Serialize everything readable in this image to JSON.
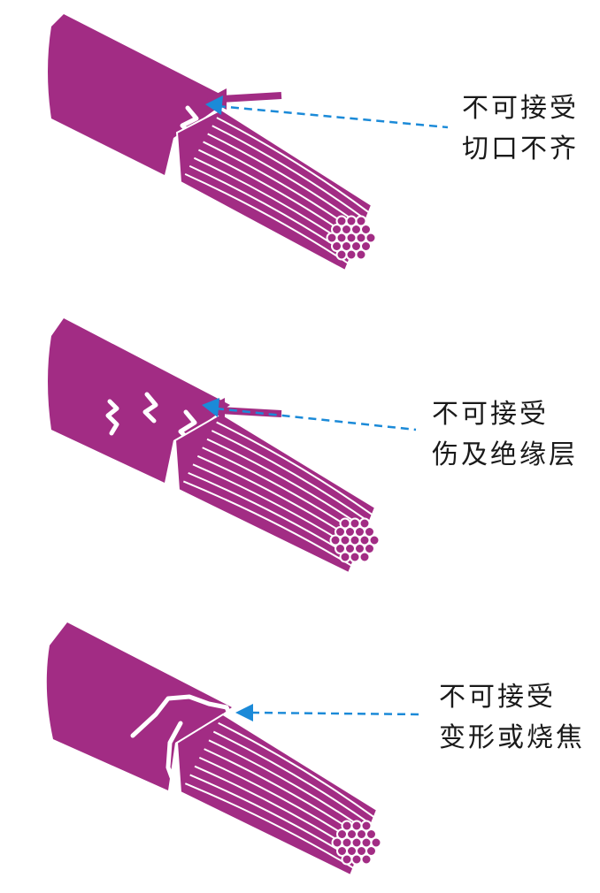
{
  "colors": {
    "insulation": "#a22c84",
    "conductor": "#a22c84",
    "highlight": "#ffffff",
    "pointer_arrow": "#a22c84",
    "leader_line": "#1b8ad8"
  },
  "panels": [
    {
      "id": "uneven-cut",
      "line1": "不可接受",
      "line2": "切口不齐",
      "has_pointer_arrow": true
    },
    {
      "id": "damaged-insulation",
      "line1": "不可接受",
      "line2": "伤及绝缘层",
      "has_pointer_arrow": true
    },
    {
      "id": "deformed-or-burnt",
      "line1": "不可接受",
      "line2": "变形或烧焦",
      "has_pointer_arrow": false
    }
  ]
}
